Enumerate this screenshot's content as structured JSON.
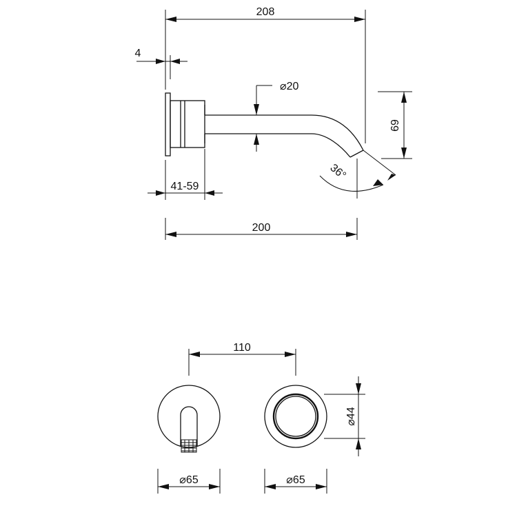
{
  "dimensions": {
    "overall_length": "208",
    "plate_thickness": "4",
    "spout_diameter": "⌀20",
    "spout_drop": "69",
    "spout_angle": "36°",
    "wall_depth_range": "41-59",
    "spout_projection": "200",
    "center_spacing": "110",
    "outlet_diameter": "⌀44",
    "left_plate_diameter": "⌀65",
    "right_plate_diameter": "⌀65"
  }
}
